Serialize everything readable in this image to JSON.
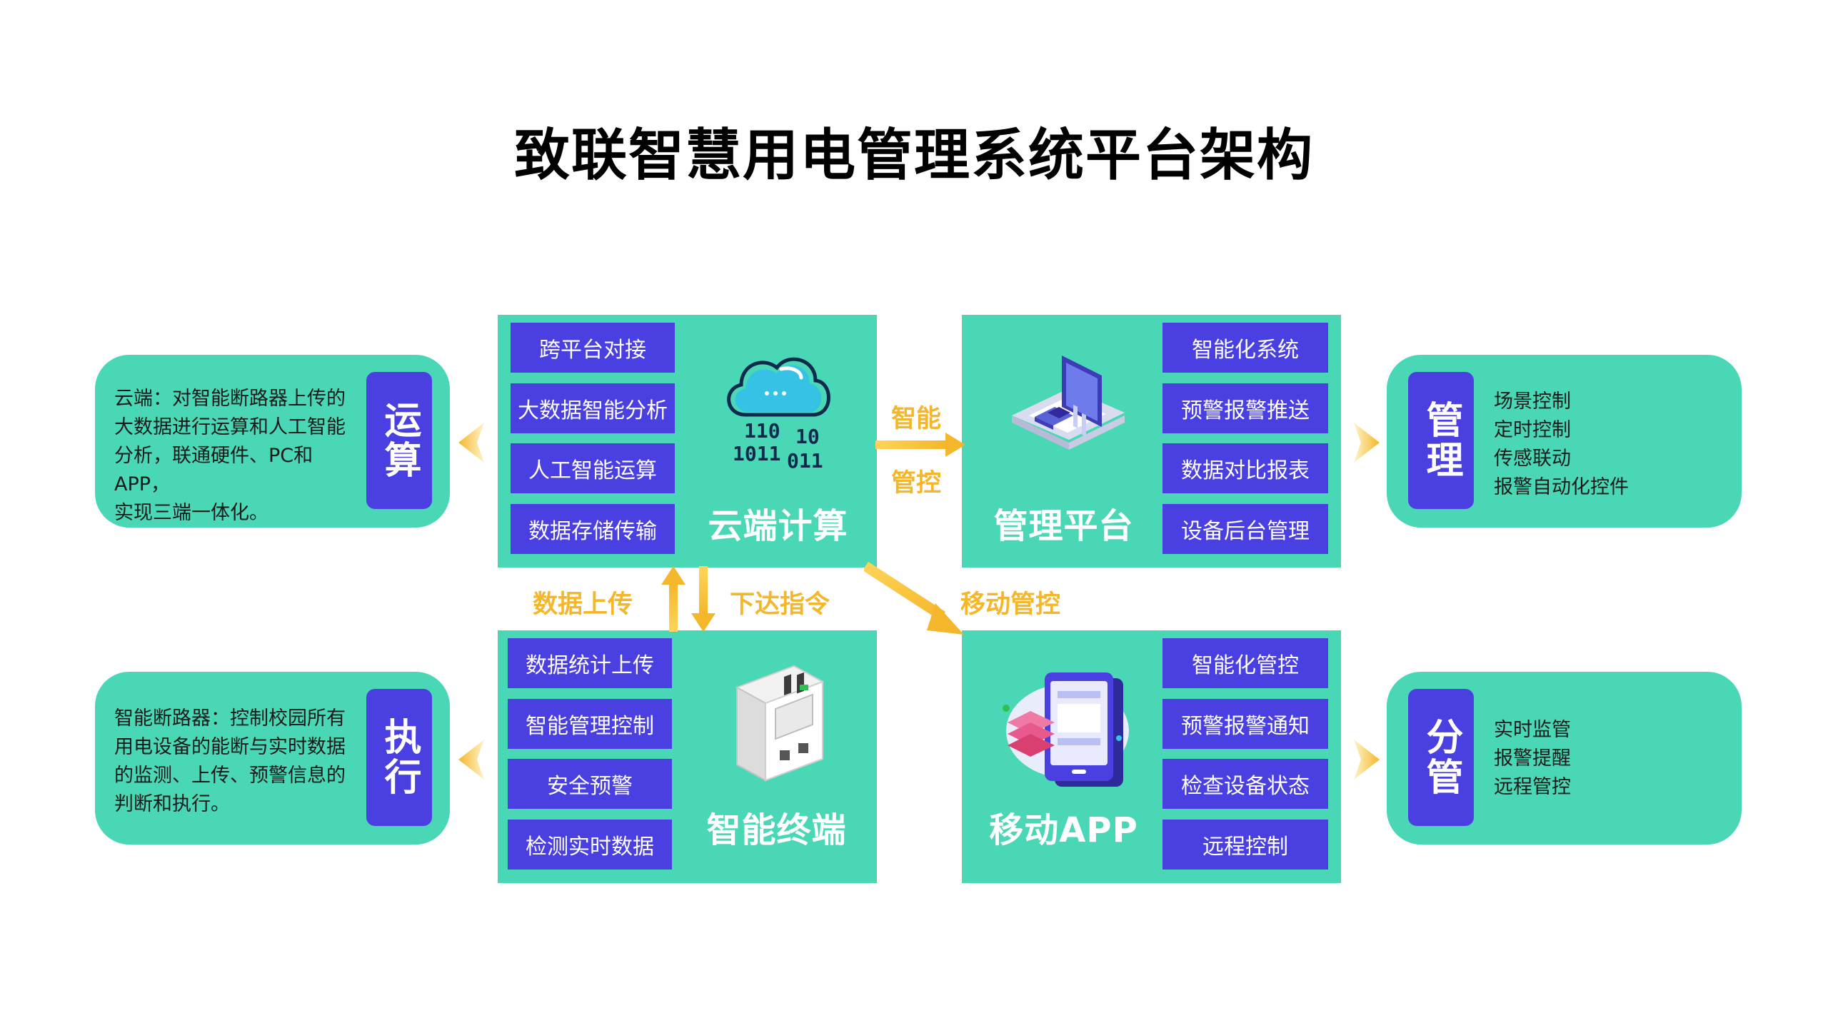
{
  "title": "致联智慧用电管理系统平台架构",
  "colors": {
    "panel": "#4ad7b5",
    "item": "#4a3fe0",
    "arrow": "#f4b62a"
  },
  "cloud": {
    "label": "云端计算",
    "items": [
      "跨平台对接",
      "大数据智能分析",
      "人工智能运算",
      "数据存储传输"
    ],
    "icon": "cloud-binary-icon"
  },
  "platform": {
    "label": "管理平台",
    "items": [
      "智能化系统",
      "预警报警推送",
      "数据对比报表",
      "设备后台管理"
    ],
    "icon": "computer-platform-icon"
  },
  "terminal": {
    "label": "智能终端",
    "items": [
      "数据统计上传",
      "智能管理控制",
      "安全预警",
      "检测实时数据"
    ],
    "icon": "circuit-breaker-icon"
  },
  "mobile": {
    "label": "移动APP",
    "items": [
      "智能化管控",
      "预警报警通知",
      "检查设备状态",
      "远程控制"
    ],
    "icon": "mobile-app-icon"
  },
  "flows": {
    "smart": "智能",
    "control": "管控",
    "upload": "数据上传",
    "command": "下达指令",
    "mobile_control": "移动管控"
  },
  "side_left_top": {
    "badge": "运算",
    "lines": [
      "云端：对智能断路器上传的",
      "大数据进行运算和人工智能",
      "分析，联通硬件、PC和APP，",
      "实现三端一体化。"
    ]
  },
  "side_left_bottom": {
    "badge": "执行",
    "lines": [
      "智能断路器：控制校园所有",
      "用电设备的能断与实时数据",
      "的监测、上传、预警信息的",
      "判断和执行。"
    ]
  },
  "side_right_top": {
    "badge": "管理",
    "lines": [
      "场景控制",
      "定时控制",
      "传感联动",
      "报警自动化控件"
    ]
  },
  "side_right_bottom": {
    "badge": "分管",
    "lines": [
      "实时监管",
      "报警提醒",
      "远程管控"
    ]
  }
}
